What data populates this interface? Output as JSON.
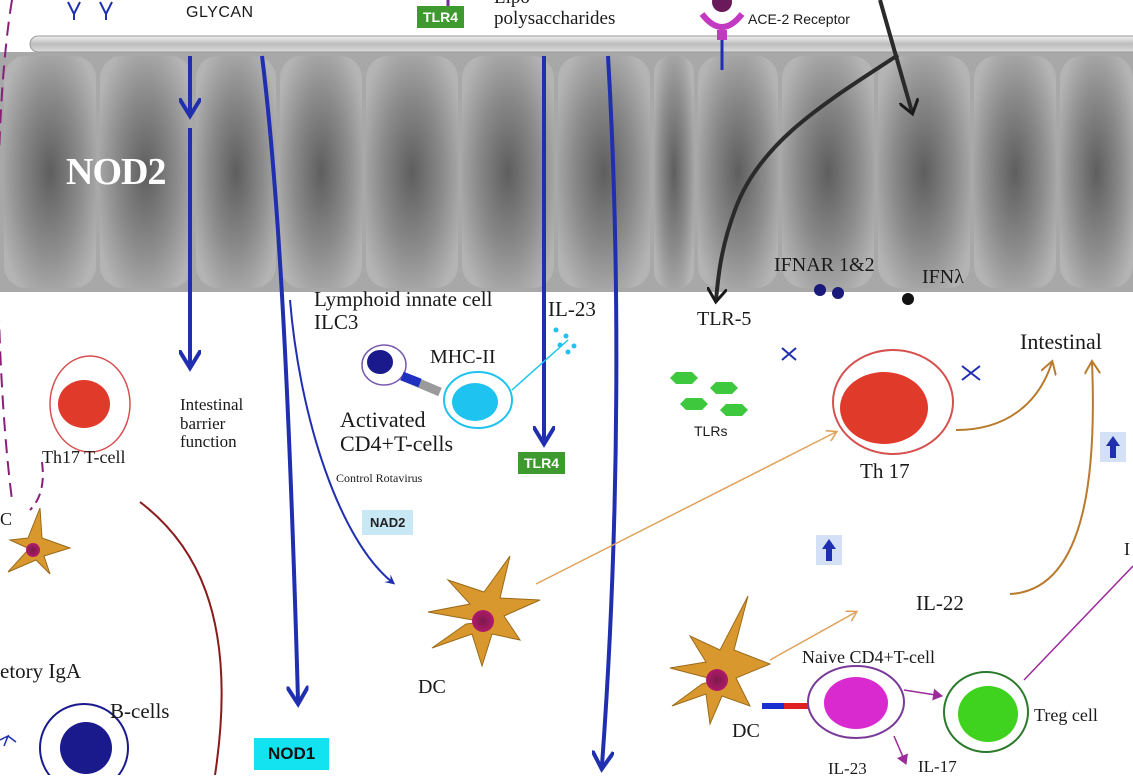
{
  "labels": {
    "peptidoglycan": "PEPTIDO GLYCAN",
    "tlr4_top": "TLR4",
    "lipopolysaccharides": "Lipo polysaccharides",
    "ace2": "ACE-2 Receptor",
    "nod2": "NOD2",
    "ifnar": "IFNAR 1&2",
    "ifn_lambda": "IFNλ",
    "tlr5": "TLR-5",
    "ilc3": "Lymphoid innate cell ILC3",
    "il23_top": "IL-23",
    "mhc2": "MHC-II",
    "activated_cd4": "Activated CD4+T-cells",
    "control_rotavirus": "Control Rotavirus",
    "tlr4_mid": "TLR4",
    "nad2": "NAD2",
    "th17_left": "Th17 T-cell",
    "barrier": "Intestinal barrier function",
    "tlrs": "TLRs",
    "th17_right": "Th 17",
    "intestinal": "Intestinal",
    "dc_left_fragment": "C",
    "dc_mid": "DC",
    "secretory_iga": "etory IgA",
    "bcells": "B-cells",
    "nod1": "NOD1",
    "il22": "IL-22",
    "naive_cd4": "Naive CD4+T-cell",
    "dc_right": "DC",
    "treg": "Treg cell",
    "il23_bottom": "IL-23",
    "il17": "IL-17",
    "edge_fragment": "I"
  },
  "colors": {
    "epithelium": "#8f8f8f",
    "arrow_blue": "#1f2fb0",
    "arrow_orange": "#e0a25a",
    "arrow_brown": "#b87a2c",
    "arrow_purple": "#9b2a9b",
    "th17_red": "#e03a2a",
    "bcell_navy": "#1a1a8c",
    "mhc_cyan": "#1ec3f0",
    "treg_green": "#3fd21e",
    "naive_magenta": "#d92ad0",
    "tlr_green": "#3e9a2e",
    "nod1_cyan": "#13e3f0"
  }
}
